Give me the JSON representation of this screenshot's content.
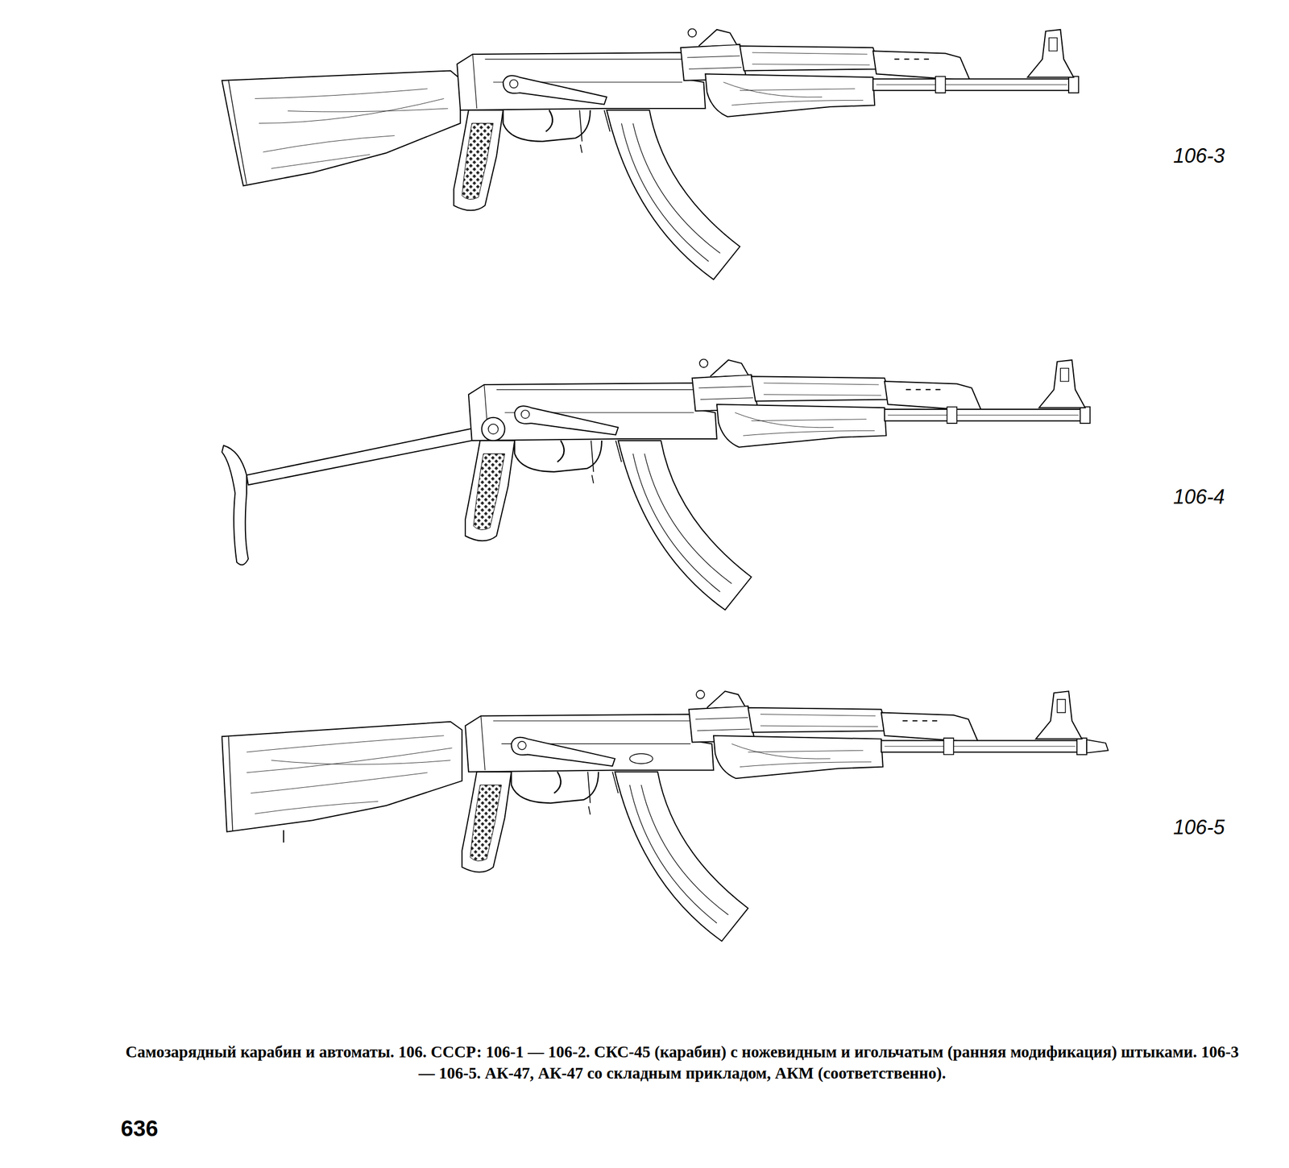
{
  "diagram": {
    "caption": "Самозарядный карабин и автоматы. 106. СССР: 106-1 — 106-2. СКС-45 (карабин) с ножевидным и игольчатым (ранняя модификация) штыками. 106-3 — 106-5. АК-47, АК-47 со складным прикладом, АКМ (соответственно).",
    "labels": [
      "106-3",
      "106-4",
      "106-5",
      "636"
    ]
  }
}
